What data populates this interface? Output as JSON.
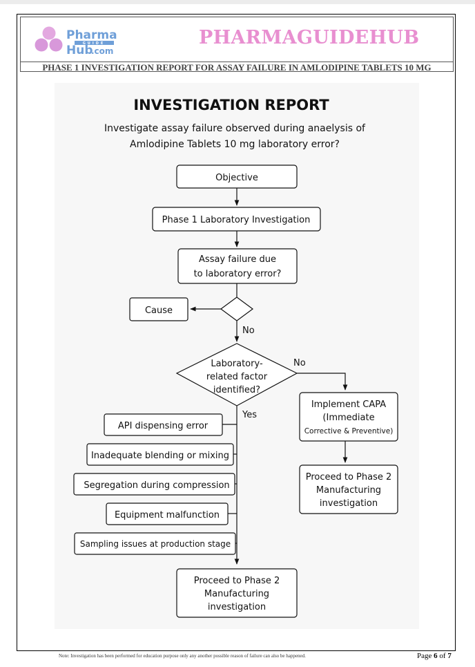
{
  "header": {
    "logo": {
      "word1": "Pharma",
      "tagline": "GUIDE",
      "word2": "Hub",
      "suffix": ".com"
    },
    "brand": "PHARMAGUIDEHUB",
    "subtitle": "PHASE 1 INVESTIGATION REPORT FOR ASSAY FAILURE IN AMLODIPINE TABLETS 10 MG"
  },
  "figure": {
    "title": "INVESTIGATION REPORT",
    "question_line1": "Investigate assay failure observed during anaelysis of",
    "question_line2": "Amlodipine Tablets 10 mg laboratory error?",
    "nodes": {
      "objective": "Objective",
      "phase1": "Phase 1 Laboratory Investigation",
      "assay_line1": "Assay failure due",
      "assay_line2": "to laboratory error?",
      "cause": "Cause",
      "lab_line1": "Laboratory-",
      "lab_line2": "related factor",
      "lab_line3": "identified?",
      "capa_line1": "Implement CAPA",
      "capa_line2": "(Immediate",
      "capa_line3": "Corrective & Preventive)",
      "phase2_right_line1": "Proceed to Phase 2",
      "phase2_right_line2": "Manufacturing",
      "phase2_right_line3": "investigation",
      "phase2_bottom_line1": "Proceed to Phase 2",
      "phase2_bottom_line2": "Manufacturing",
      "phase2_bottom_line3": "investigation"
    },
    "labels": {
      "no_1": "No",
      "no_2": "No",
      "yes": "Yes"
    },
    "factors": [
      "API dispensing error",
      "Inadequate blending or mixing",
      "Segregation during compression",
      "Equipment malfunction",
      "Sampling issues at production stage"
    ]
  },
  "footer": {
    "note": "Note: Investigation has been performed for education purpose only any another possible reason of failure can also be happened.",
    "page_label": "Page",
    "page_current": "6",
    "page_of": "of",
    "page_total": "7"
  },
  "colors": {
    "brand": "#e88fd0",
    "logo_pink": "#d99ad8",
    "logo_blue": "#6f9fd8",
    "figure_bg": "#f7f7f7"
  }
}
